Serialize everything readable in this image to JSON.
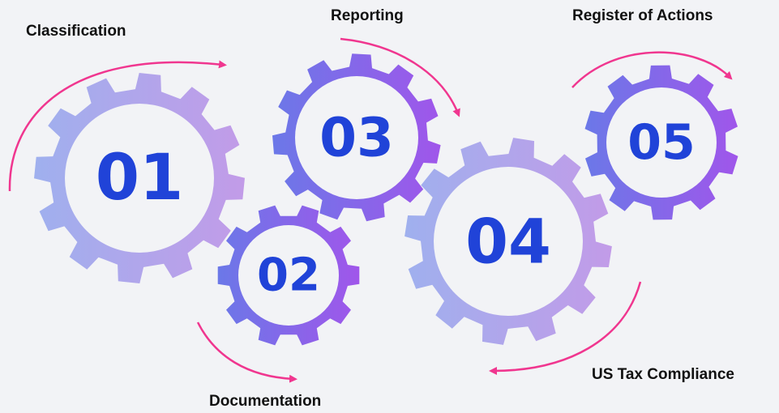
{
  "steps": [
    {
      "number": "01",
      "label": "Classification"
    },
    {
      "number": "02",
      "label": "Documentation"
    },
    {
      "number": "03",
      "label": "Reporting"
    },
    {
      "number": "04",
      "label": "US Tax Compliance"
    },
    {
      "number": "05",
      "label": "Register of Actions"
    }
  ],
  "colors": {
    "background": "#f2f3f6",
    "number_text": "#2043d8",
    "arrow": "#f0368f",
    "gear_light_start": "#9fb0ee",
    "gear_light_end": "#c29be8",
    "gear_dark_start": "#6b78e8",
    "gear_dark_end": "#a056ea",
    "gear_center": "#f2f3f6"
  }
}
